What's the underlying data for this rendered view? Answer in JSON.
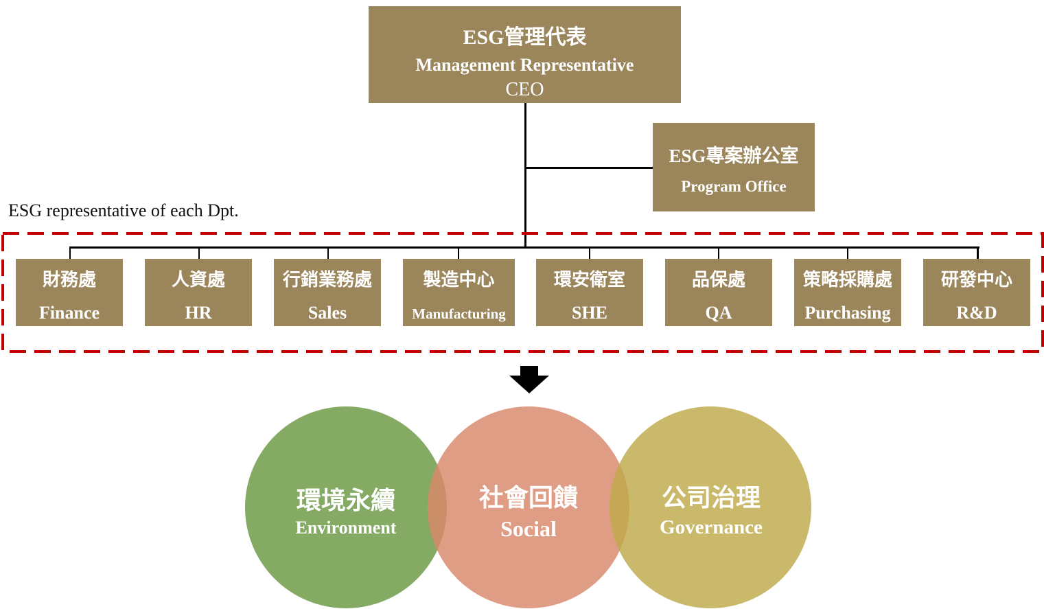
{
  "top": {
    "title_zh": "ESG管理代表",
    "title_en": "Management Representative",
    "role": "CEO"
  },
  "program_office": {
    "zh": "ESG專案辦公室",
    "en": "Program Office"
  },
  "caption": "ESG representative of each Dpt.",
  "departments": [
    {
      "zh": "財務處",
      "en": "Finance"
    },
    {
      "zh": "人資處",
      "en": "HR"
    },
    {
      "zh": "行銷業務處",
      "en": "Sales"
    },
    {
      "zh": "製造中心",
      "en": "Manufacturing"
    },
    {
      "zh": "環安衛室",
      "en": "SHE"
    },
    {
      "zh": "品保處",
      "en": "QA"
    },
    {
      "zh": "策略採購處",
      "en": "Purchasing"
    },
    {
      "zh": "研發中心",
      "en": "R&D"
    }
  ],
  "pillars": [
    {
      "zh": "環境永續",
      "en": "Environment",
      "color": "#7fa75f"
    },
    {
      "zh": "社會回饋",
      "en": "Social",
      "color": "#e0967a"
    },
    {
      "zh": "公司治理",
      "en": "Governance",
      "color": "#c8b55e"
    }
  ],
  "colors": {
    "box": "#9b855b",
    "dashed_border": "#c00000",
    "lines": "#000000"
  }
}
